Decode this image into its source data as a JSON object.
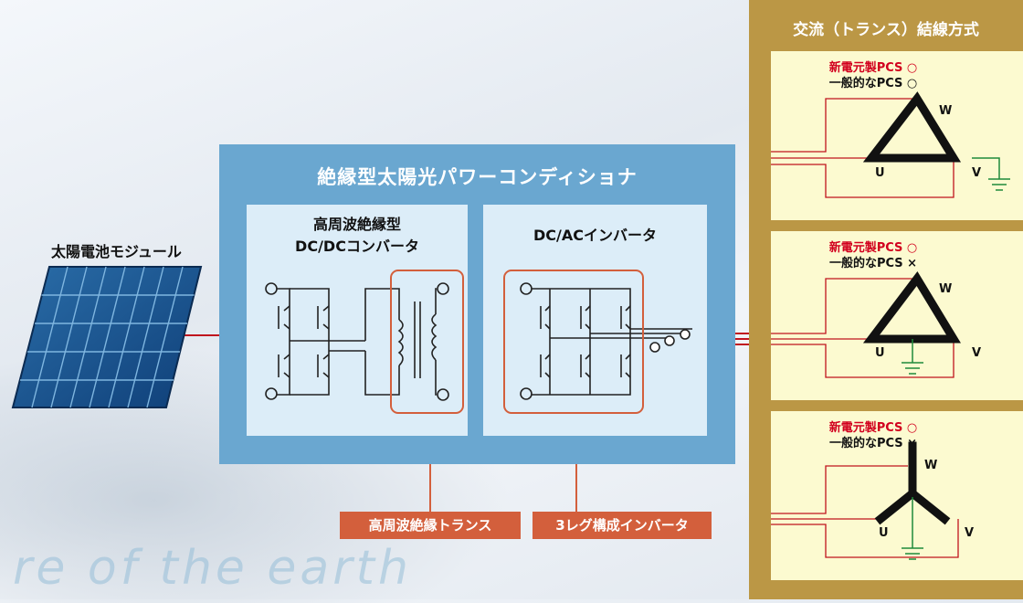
{
  "module_label": "太陽電池モジュール",
  "main": {
    "title": "絶縁型太陽光パワーコンディショナ",
    "dcdc": {
      "line1": "高周波絶縁型",
      "line2": "DC/DCコンバータ"
    },
    "dcac": {
      "title": "DC/ACインバータ"
    }
  },
  "tags": {
    "transformer": "高周波絶縁トランス",
    "inverter": "3レグ構成インバータ"
  },
  "side": {
    "title": "交流（トランス）結線方式",
    "cards": [
      {
        "line1": "新電元製PCS ○",
        "line2": "一般的なPCS ○",
        "u": "U",
        "v": "V",
        "w": "W"
      },
      {
        "line1": "新電元製PCS ○",
        "line2": "一般的なPCS ×",
        "u": "U",
        "v": "V",
        "w": "W"
      },
      {
        "line1": "新電元製PCS ○",
        "line2": "一般的なPCS ×",
        "u": "U",
        "v": "V",
        "w": "W"
      }
    ]
  },
  "watermark": "re of the earth",
  "colors": {
    "main_box": "#6aa7d0",
    "inner_box": "#dcedf8",
    "accent": "#d35f3c",
    "side_panel": "#bb9745",
    "card": "#fcfad0",
    "wire": "#c0141e",
    "ground": "#1f8a3a"
  }
}
